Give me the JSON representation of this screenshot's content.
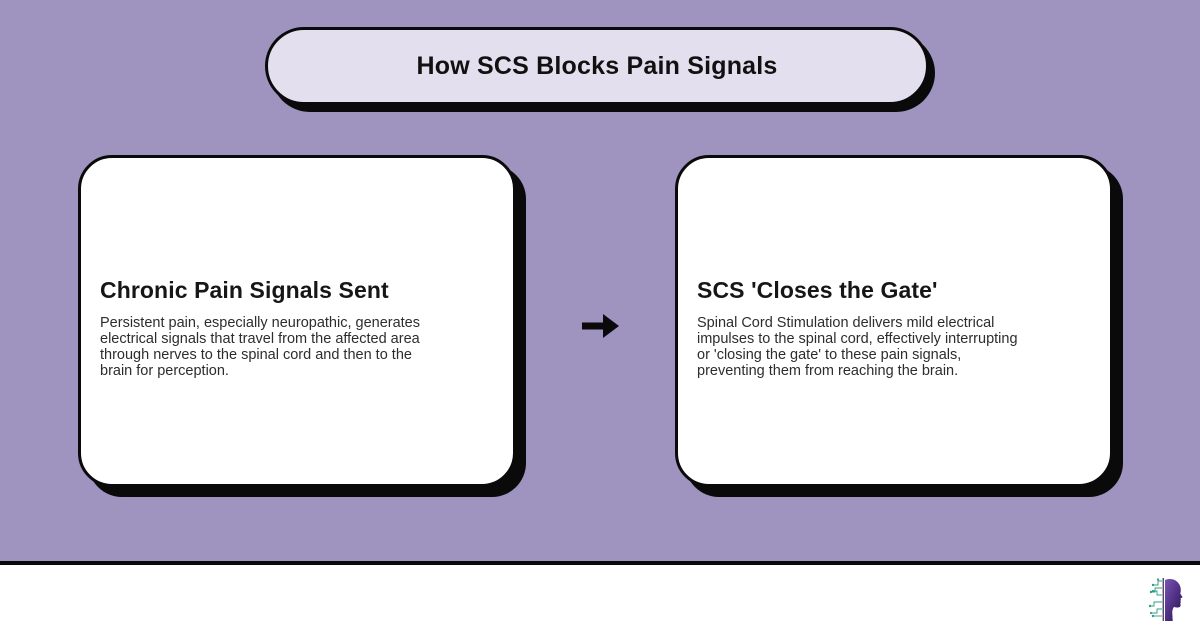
{
  "title_banner": {
    "text": "How SCS Blocks Pain Signals"
  },
  "steps": [
    {
      "heading": "Chronic Pain Signals Sent",
      "body": "Persistent pain, especially neuropathic, generates\nelectrical signals that travel from the affected area\nthrough nerves to the spinal cord and then to the\nbrain for perception."
    },
    {
      "heading": "SCS 'Closes the Gate'",
      "body": "Spinal Cord Stimulation delivers mild electrical\nimpulses to the spinal cord, effectively interrupting\nor 'closing the gate' to these pain signals,\npreventing them from reaching the brain."
    }
  ],
  "connector": {
    "icon": "arrow-right-icon"
  },
  "footer": {
    "logo_icon": "head-circuit-logo"
  },
  "colors": {
    "background": "#9e94bf",
    "banner_fill": "#e3dfee",
    "card_fill": "#ffffff",
    "outline": "#0a0a0a",
    "heading_text": "#161616",
    "body_text": "#2d2d2d",
    "logo_purple": "#4b2d7f",
    "logo_teal": "#2e9c82"
  }
}
